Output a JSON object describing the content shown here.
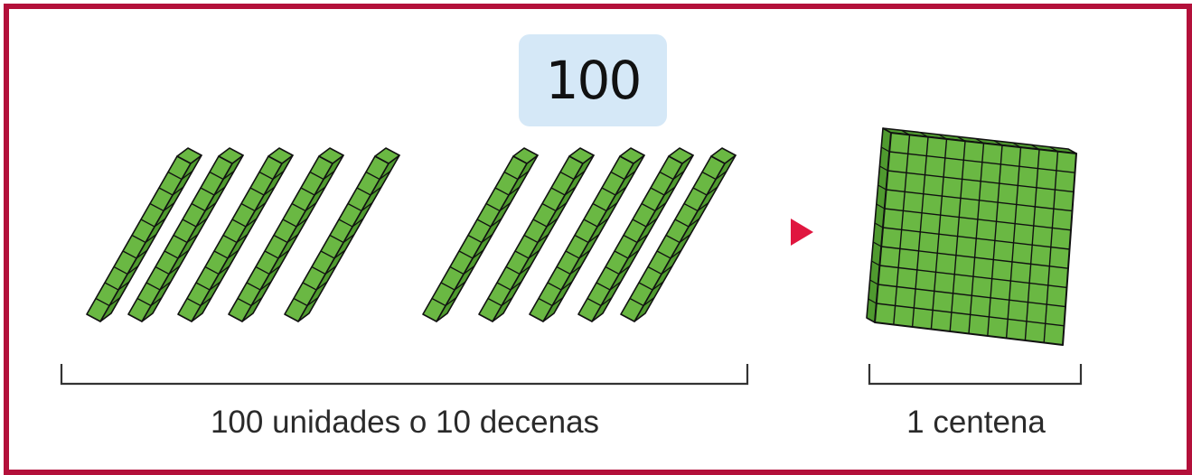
{
  "title_number": "100",
  "labels": {
    "tens_group": "100 unidades o 10 decenas",
    "hundred_flat": "1 centena"
  },
  "counts": {
    "ten_rods": 10,
    "rod_units": 10,
    "flat_grid": [
      10,
      10
    ]
  },
  "icons": {
    "arrow": "triangle-right-icon",
    "rod": "ten-rod-block-icon",
    "flat": "hundred-flat-block-icon"
  },
  "colors": {
    "frame": "#b3103a",
    "number_box_bg": "#d5e8f7",
    "block_green": "#6ab843",
    "block_green_dark": "#4f9a2f",
    "outline": "#111111",
    "arrow": "#e0163f",
    "bracket": "#333333"
  }
}
